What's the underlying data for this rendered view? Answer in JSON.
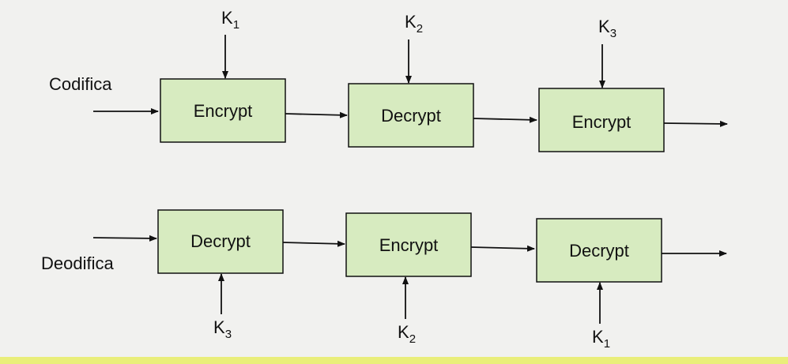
{
  "colors": {
    "box_fill": "#d7ebc0",
    "line": "#111111",
    "background": "#f1f1ef",
    "bottom_band": "#e9ee7a"
  },
  "rows": [
    {
      "label": "Codifica",
      "blocks": [
        {
          "label": "Encrypt",
          "key": "K",
          "key_sub": "1"
        },
        {
          "label": "Decrypt",
          "key": "K",
          "key_sub": "2"
        },
        {
          "label": "Encrypt",
          "key": "K",
          "key_sub": "3"
        }
      ]
    },
    {
      "label": "Deodifica",
      "blocks": [
        {
          "label": "Decrypt",
          "key": "K",
          "key_sub": "3"
        },
        {
          "label": "Encrypt",
          "key": "K",
          "key_sub": "2"
        },
        {
          "label": "Decrypt",
          "key": "K",
          "key_sub": "1"
        }
      ]
    }
  ]
}
